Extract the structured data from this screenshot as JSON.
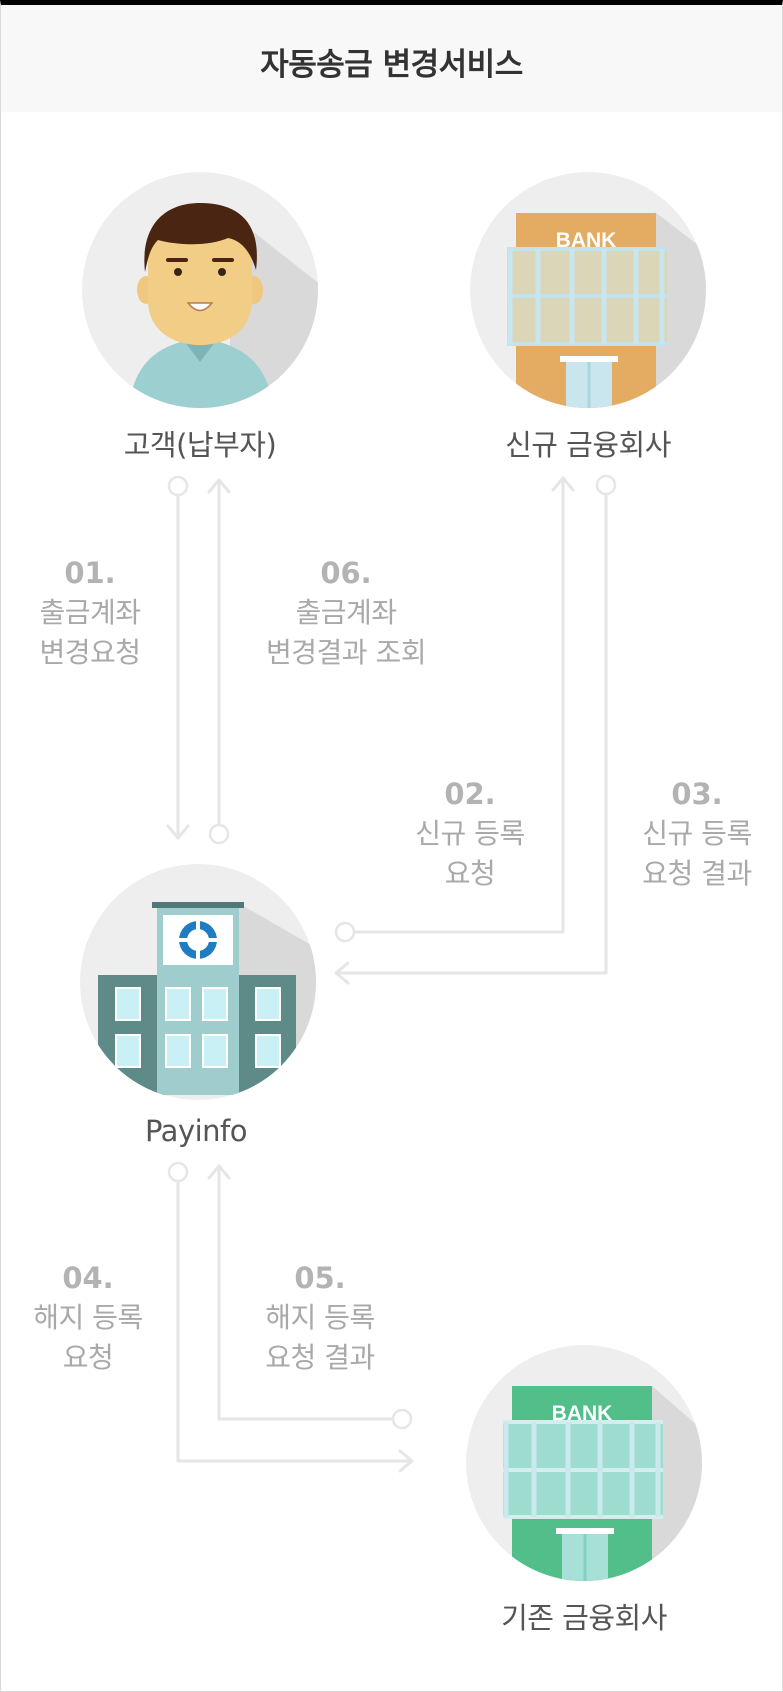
{
  "title": "자동송금 변경서비스",
  "nodes": {
    "customer": {
      "label": "고객(납부자)"
    },
    "new_bank": {
      "label": "신규 금융회사",
      "sign": "BANK"
    },
    "payinfo": {
      "label": "Payinfo"
    },
    "old_bank": {
      "label": "기존 금융회사",
      "sign": "BANK"
    }
  },
  "steps": [
    {
      "num": "01.",
      "line1": "출금계좌",
      "line2": "변경요청"
    },
    {
      "num": "06.",
      "line1": "출금계좌",
      "line2": "변경결과 조회"
    },
    {
      "num": "02.",
      "line1": "신규 등록",
      "line2": "요청"
    },
    {
      "num": "03.",
      "line1": "신규 등록",
      "line2": "요청 결과"
    },
    {
      "num": "04.",
      "line1": "해지 등록",
      "line2": "요청"
    },
    {
      "num": "05.",
      "line1": "해지 등록",
      "line2": "요청 결과"
    }
  ],
  "colors": {
    "connector": "#e6e6e6",
    "circle_bg": "#eeeeee",
    "new_bank": "#e3ac62",
    "old_bank": "#52bf8a",
    "payinfo_building": "#5e8a88",
    "customer_shirt": "#9ccfd0"
  }
}
